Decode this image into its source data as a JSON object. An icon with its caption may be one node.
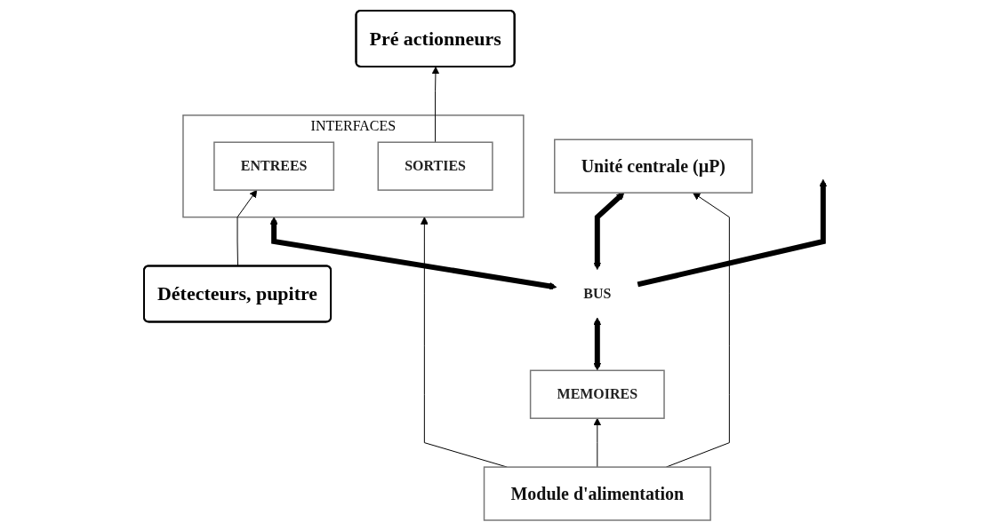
{
  "diagram": {
    "nodes": [
      {
        "text": [
          "MEMOIRES"
        ]
      },
      {
        "text": [
          "BUS"
        ]
      },
      {
        "text": [
          "INTERFACES"
        ]
      },
      {
        "text": [
          "ENTREES"
        ],
        "in": 2
      },
      {
        "text": [
          "SORTIES"
        ],
        "in": 2
      },
      {
        "text": [
          "Unité centrale (µP)"
        ]
      },
      {
        "text": [
          "Module d'alimentation"
        ]
      },
      {
        "text": [
          "Détecteurs, pupitre"
        ]
      },
      {
        "text": [
          "Pré actionneurs"
        ]
      }
    ],
    "edges": [
      {
        "from": 0,
        "to": 1,
        "arrow": "both",
        "style": "thick"
      },
      {
        "from": 1,
        "to": 2,
        "arrow": "both",
        "style": "thick"
      },
      {
        "from": 1,
        "to": 5,
        "arrow": "both",
        "style": "thick"
      },
      {
        "from": 1,
        "to": null,
        "arrow": "to",
        "style": "thick"
      },
      {
        "from": 6,
        "to": 0,
        "arrow": "to"
      },
      {
        "from": 6,
        "to": 5,
        "arrow": "to"
      },
      {
        "from": 6,
        "to": 2,
        "arrow": "to"
      },
      {
        "from": 7,
        "to": 3,
        "arrow": "to"
      },
      {
        "from": 4,
        "to": 8,
        "arrow": "to"
      }
    ]
  }
}
